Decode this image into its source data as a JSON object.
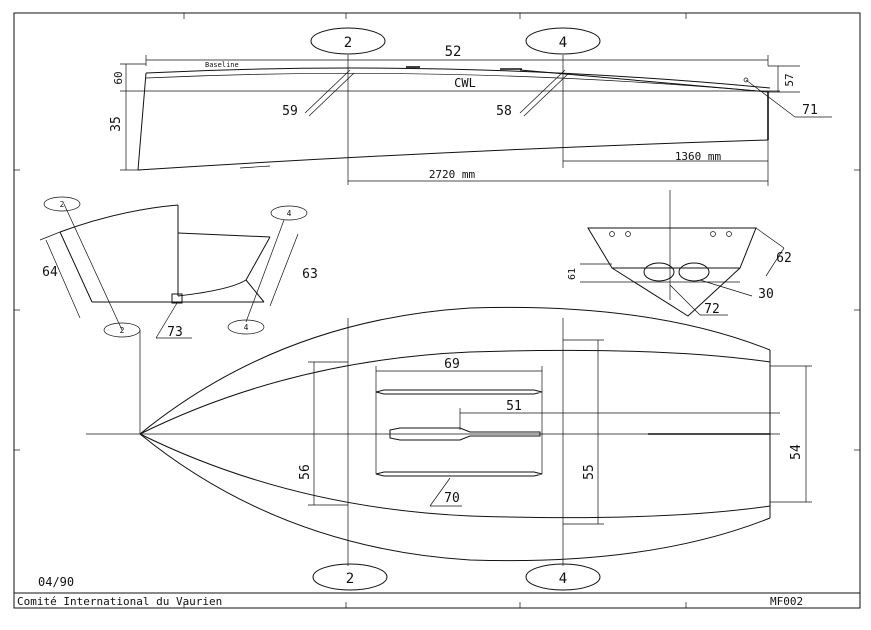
{
  "stations": {
    "s2": "2",
    "s4": "4"
  },
  "profile": {
    "baseline": "Baseline",
    "cwl": "CWL",
    "dims": {
      "d52": "52",
      "d60": "60",
      "d57": "57",
      "d35": "35",
      "d59": "59",
      "d58": "58",
      "d71": "71",
      "d1360": "1360 mm",
      "d2720": "2720 mm"
    }
  },
  "section_side": {
    "d64": "64",
    "d63": "63",
    "d73": "73"
  },
  "section_transom": {
    "d61": "61",
    "d62": "62",
    "d30": "30",
    "d72": "72"
  },
  "plan": {
    "d69": "69",
    "d51": "51",
    "d56": "56",
    "d55": "55",
    "d54": "54",
    "d70": "70"
  },
  "footer": {
    "date": "04/90",
    "org": "Comité International du Vaurien",
    "ref": "MF002"
  }
}
